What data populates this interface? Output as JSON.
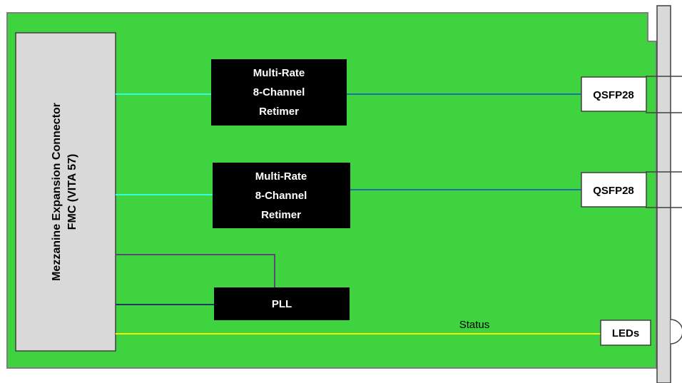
{
  "connector": {
    "line1": "Mezzanine Expansion Connector",
    "line2": "FMC (VITA 57)"
  },
  "retimer_top": {
    "line1": "Multi-Rate",
    "line2": "8-Channel",
    "line3": "Retimer"
  },
  "retimer_bottom": {
    "line1": "Multi-Rate",
    "line2": "8-Channel",
    "line3": "Retimer"
  },
  "pll": {
    "label": "PLL"
  },
  "ports": {
    "qsfp_top": "QSFP28",
    "qsfp_bottom": "QSFP28",
    "leds": "LEDs"
  },
  "signals": {
    "status": "Status"
  },
  "colors": {
    "board": "#3fd43f",
    "board_border": "#7f7f7f",
    "connector_fill": "#d9d9d9",
    "chip_fill": "#000000",
    "line_cyan": "#33ffe0",
    "line_blue": "#1f6fa8",
    "line_navy": "#1f3864",
    "line_purple": "#5a4a72",
    "line_yellow": "#f2f200",
    "faceplate": "#d9d9d9"
  }
}
